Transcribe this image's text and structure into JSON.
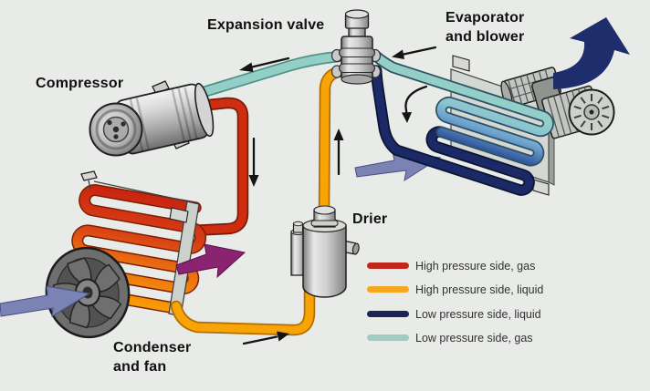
{
  "colors": {
    "background": "#e8ebe7",
    "red_pipe": "#ce2d10",
    "orange_pipe": "#f9a406",
    "navy_pipe": "#1b2a66",
    "teal_pipe": "#93cfc7",
    "purple_arrow": "#8b2470",
    "airflow_arrow": "#7b83b5",
    "blower_arrow": "#1e2d6b"
  },
  "labels": {
    "compressor": "Compressor",
    "expansion_valve": "Expansion valve",
    "evaporator_line1": "Evaporator",
    "evaporator_line2": "and blower",
    "drier": "Drier",
    "condenser_line1": "Condenser",
    "condenser_line2": "and fan"
  },
  "legend": {
    "items": [
      {
        "label": "High pressure side, gas",
        "color": "#c1271a"
      },
      {
        "label": "High pressure side, liquid",
        "color": "#f6a71f"
      },
      {
        "label": "Low pressure side, liquid",
        "color": "#1c2357"
      },
      {
        "label": "Low pressure side, gas",
        "color": "#a2cbc2"
      }
    ]
  }
}
